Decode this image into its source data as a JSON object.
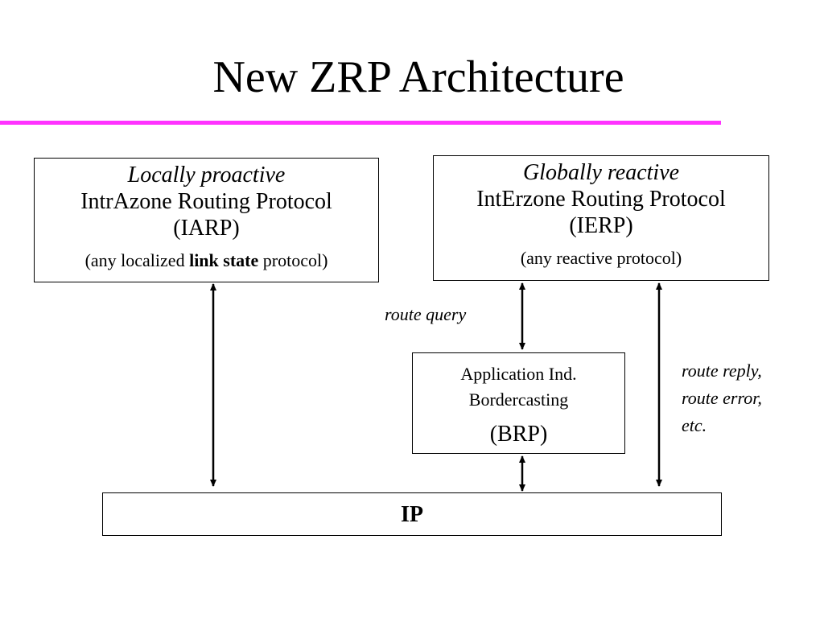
{
  "slide": {
    "title": "New ZRP Architecture"
  },
  "iarp_box": {
    "line1": "Locally proactive",
    "line2": "IntrAzone Routing Protocol",
    "line3": "(IARP)",
    "note_prefix": "(any localized ",
    "note_bold": "link state",
    "note_suffix": " protocol)"
  },
  "ierp_box": {
    "line1": "Globally reactive",
    "line2": "IntErzone Routing Protocol",
    "line3": "(IERP)",
    "note": "(any reactive protocol)"
  },
  "brp_box": {
    "line1": "Application Ind.",
    "line2": "Bordercasting",
    "line3": "(BRP)"
  },
  "ip_box": {
    "label": "IP"
  },
  "labels": {
    "route_query": "route query",
    "route_reply_lines": [
      "route reply,",
      "route error,",
      "etc."
    ]
  }
}
